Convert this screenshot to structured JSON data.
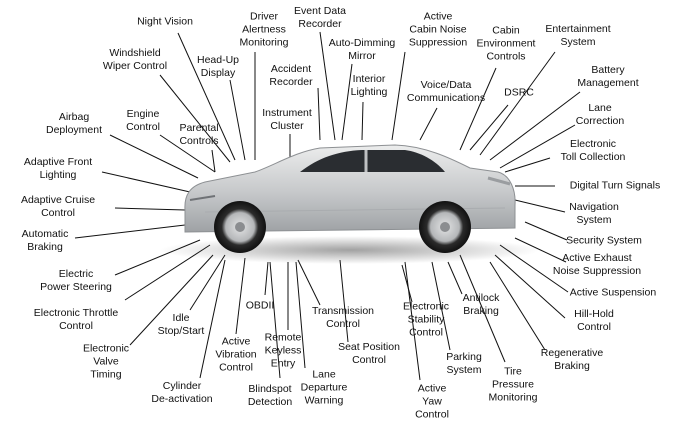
{
  "labels": [
    {
      "id": "night-vision",
      "lines": [
        "Night Vision"
      ]
    },
    {
      "id": "windshield-wiper-control",
      "lines": [
        "Windshield",
        "Wiper Control"
      ]
    },
    {
      "id": "head-up-display",
      "lines": [
        "Head-Up",
        "Display"
      ]
    },
    {
      "id": "driver-alertness-monitoring",
      "lines": [
        "Driver",
        "Alertness",
        "Monitoring"
      ]
    },
    {
      "id": "event-data-recorder",
      "lines": [
        "Event Data",
        "Recorder"
      ]
    },
    {
      "id": "auto-dimming-mirror",
      "lines": [
        "Auto-Dimming",
        "Mirror"
      ]
    },
    {
      "id": "active-cabin-noise-suppression",
      "lines": [
        "Active",
        "Cabin Noise",
        "Suppression"
      ]
    },
    {
      "id": "cabin-environment-controls",
      "lines": [
        "Cabin",
        "Environment",
        "Controls"
      ]
    },
    {
      "id": "entertainment-system",
      "lines": [
        "Entertainment",
        "System"
      ]
    },
    {
      "id": "accident-recorder",
      "lines": [
        "Accident",
        "Recorder"
      ]
    },
    {
      "id": "interior-lighting",
      "lines": [
        "Interior",
        "Lighting"
      ]
    },
    {
      "id": "voice-data-communications",
      "lines": [
        "Voice/Data",
        "Communications"
      ]
    },
    {
      "id": "dsrc",
      "lines": [
        "DSRC"
      ]
    },
    {
      "id": "battery-management",
      "lines": [
        "Battery",
        "Management"
      ]
    },
    {
      "id": "engine-control",
      "lines": [
        "Engine",
        "Control"
      ]
    },
    {
      "id": "parental-controls",
      "lines": [
        "Parental",
        "Controls"
      ]
    },
    {
      "id": "instrument-cluster",
      "lines": [
        "Instrument",
        "Cluster"
      ]
    },
    {
      "id": "airbag-deployment",
      "lines": [
        "Airbag",
        "Deployment"
      ]
    },
    {
      "id": "lane-correction",
      "lines": [
        "Lane",
        "Correction"
      ]
    },
    {
      "id": "electronic-toll-collection",
      "lines": [
        "Electronic",
        "Toll Collection"
      ]
    },
    {
      "id": "adaptive-front-lighting",
      "lines": [
        "Adaptive Front",
        "Lighting"
      ]
    },
    {
      "id": "digital-turn-signals",
      "lines": [
        "Digital Turn Signals"
      ]
    },
    {
      "id": "adaptive-cruise-control",
      "lines": [
        "Adaptive Cruise",
        "Control"
      ]
    },
    {
      "id": "navigation-system",
      "lines": [
        "Navigation",
        "System"
      ]
    },
    {
      "id": "automatic-braking",
      "lines": [
        "Automatic",
        "Braking"
      ]
    },
    {
      "id": "security-system",
      "lines": [
        "Security System"
      ]
    },
    {
      "id": "active-exhaust-noise-suppression",
      "lines": [
        "Active Exhaust",
        "Noise Suppression"
      ]
    },
    {
      "id": "electric-power-steering",
      "lines": [
        "Electric",
        "Power Steering"
      ]
    },
    {
      "id": "active-suspension",
      "lines": [
        "Active Suspension"
      ]
    },
    {
      "id": "electronic-throttle-control",
      "lines": [
        "Electronic Throttle",
        "Control"
      ]
    },
    {
      "id": "idle-stop-start",
      "lines": [
        "Idle",
        "Stop/Start"
      ]
    },
    {
      "id": "obdii",
      "lines": [
        "OBDII"
      ]
    },
    {
      "id": "transmission-control",
      "lines": [
        "Transmission",
        "Control"
      ]
    },
    {
      "id": "electronic-stability-control",
      "lines": [
        "Electronic",
        "Stability",
        "Control"
      ]
    },
    {
      "id": "antilock-braking",
      "lines": [
        "Antilock",
        "Braking"
      ]
    },
    {
      "id": "hill-hold-control",
      "lines": [
        "Hill-Hold",
        "Control"
      ]
    },
    {
      "id": "electronic-valve-timing",
      "lines": [
        "Electronic",
        "Valve",
        "Timing"
      ]
    },
    {
      "id": "active-vibration-control",
      "lines": [
        "Active",
        "Vibration",
        "Control"
      ]
    },
    {
      "id": "remote-keyless-entry",
      "lines": [
        "Remote",
        "Keyless",
        "Entry"
      ]
    },
    {
      "id": "seat-position-control",
      "lines": [
        "Seat Position",
        "Control"
      ]
    },
    {
      "id": "regenerative-braking",
      "lines": [
        "Regenerative",
        "Braking"
      ]
    },
    {
      "id": "parking-system",
      "lines": [
        "Parking",
        "System"
      ]
    },
    {
      "id": "tire-pressure-monitoring",
      "lines": [
        "Tire",
        "Pressure",
        "Monitoring"
      ]
    },
    {
      "id": "lane-departure-warning",
      "lines": [
        "Lane",
        "Departure",
        "Warning"
      ]
    },
    {
      "id": "active-yaw-control",
      "lines": [
        "Active",
        "Yaw",
        "Control"
      ]
    },
    {
      "id": "cylinder-de-activation",
      "lines": [
        "Cylinder",
        "De-activation"
      ]
    },
    {
      "id": "blindspot-detection",
      "lines": [
        "Blindspot",
        "Detection"
      ]
    }
  ],
  "colors": {
    "line": "#111111",
    "car_body": "#cfd1d3",
    "car_window": "#2a2d31",
    "text": "#111111"
  }
}
